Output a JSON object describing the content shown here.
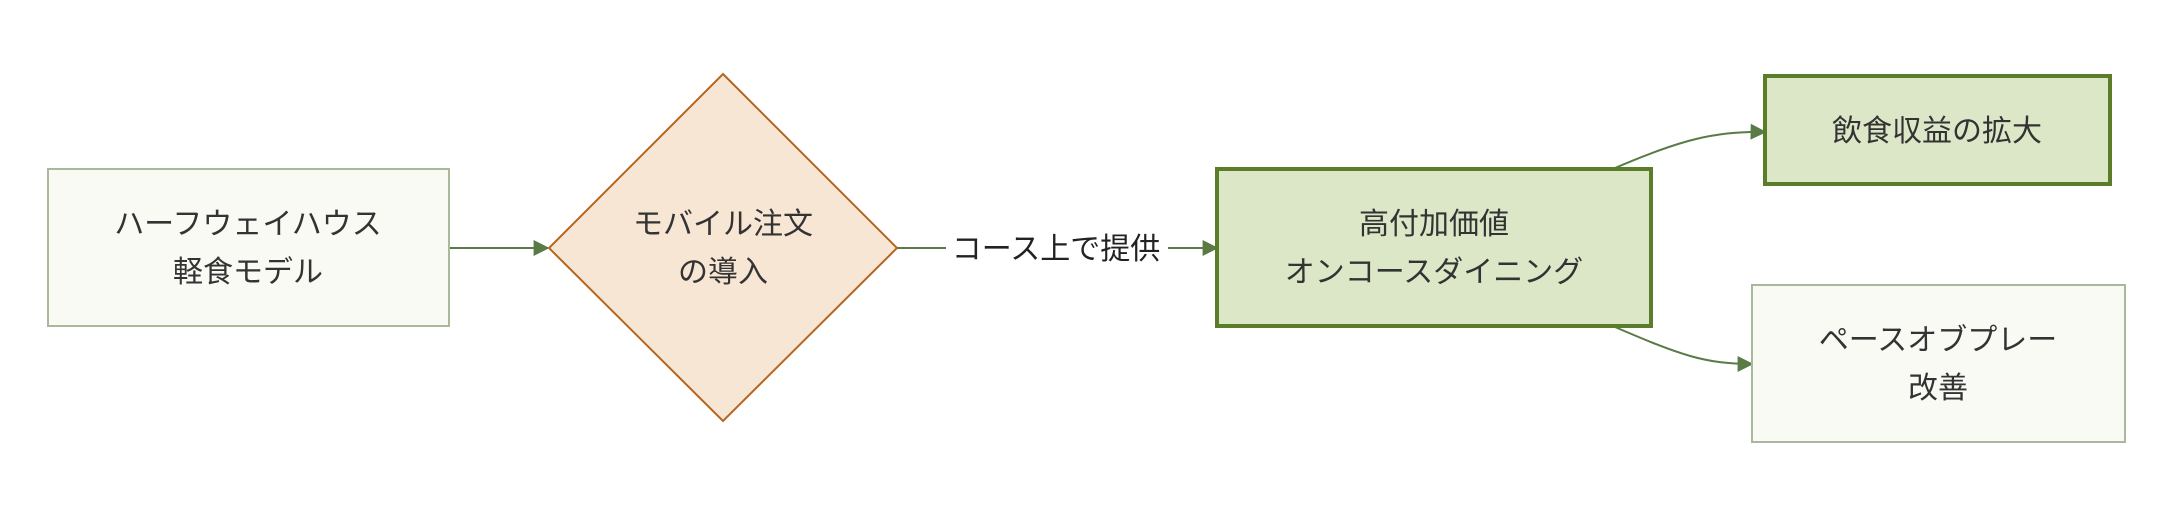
{
  "nodes": {
    "halfway": {
      "lines": [
        "ハーフウェイハウス",
        "軽食モデル"
      ]
    },
    "mobile": {
      "lines": [
        "モバイル注文",
        "の導入"
      ]
    },
    "value": {
      "lines": [
        "高付加価値",
        "オンコースダイニング"
      ]
    },
    "revenue": {
      "lines": [
        "飲食収益の拡大"
      ]
    },
    "pace": {
      "lines": [
        "ペースオブプレー",
        "改善"
      ]
    }
  },
  "edges": {
    "mobile_to_value": {
      "label": "コース上で提供"
    }
  },
  "colors": {
    "plain_fill": "#f9faf4",
    "plain_stroke": "#a9b89a",
    "decision_fill": "#f7e6d4",
    "decision_stroke": "#b5651d",
    "accent_fill": "#dce7c8",
    "accent_stroke": "#5b7d2a",
    "edge": "#5a7a46"
  }
}
